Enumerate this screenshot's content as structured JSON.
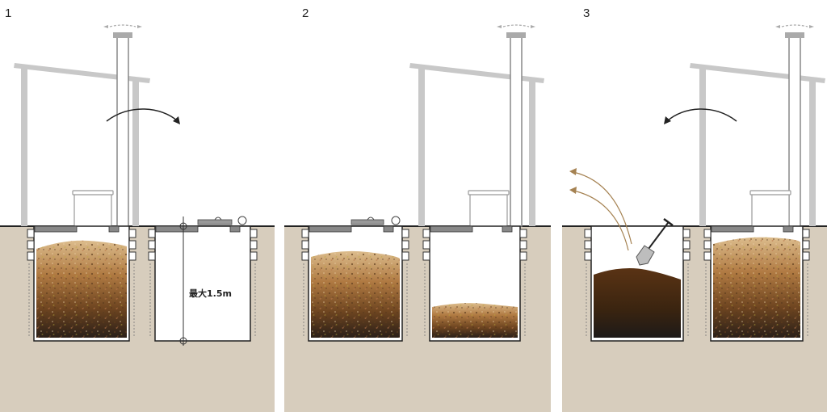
{
  "diagram": {
    "steps": [
      {
        "number": "1"
      },
      {
        "number": "2"
      },
      {
        "number": "3"
      }
    ],
    "depth_label": "最大1.5m",
    "colors": {
      "ground": "#d7cdbd",
      "compost_light": "#d8b486",
      "compost_mid": "#8c5a2b",
      "compost_dark": "#2c2016",
      "soil_dark": "#4a2b12",
      "structure": "#bdbdbd",
      "lid": "#7a7a7a",
      "arrow_brown": "#a58252"
    }
  }
}
